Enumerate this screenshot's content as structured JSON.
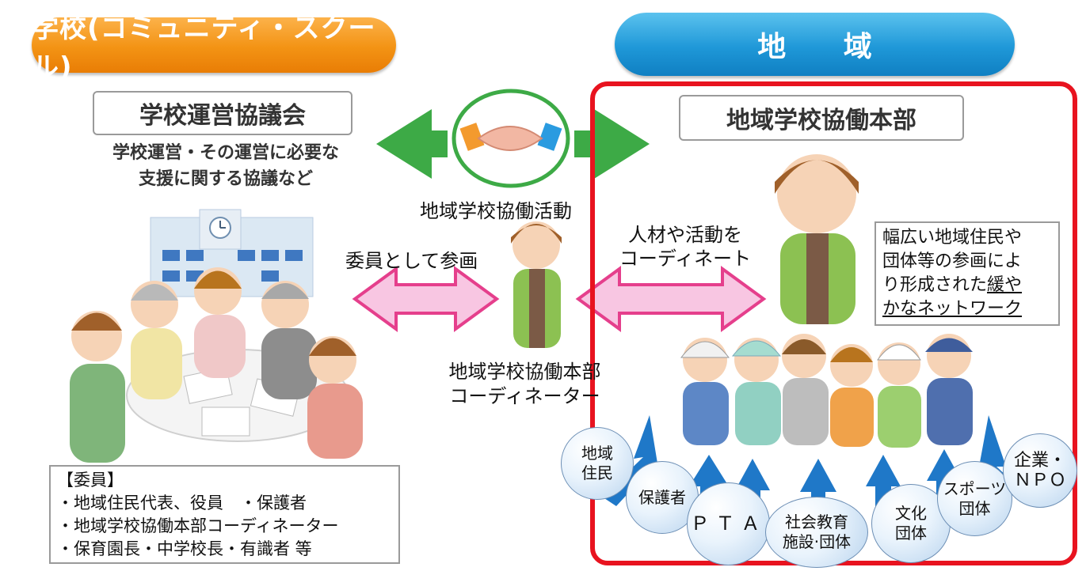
{
  "school": {
    "header": "学校(コミュニティ・スクール)",
    "council_title": "学校運営協議会",
    "council_desc_line1": "学校運営・その運営に必要な",
    "council_desc_line2": "支援に関する協議など",
    "members_title": "【委員】",
    "members": [
      "・地域住民代表、役員　・保護者",
      "・地域学校協働本部コーディネーター",
      "・保育園長・中学校長・有識者 等"
    ]
  },
  "region": {
    "header": "地 域",
    "hq_title": "地域学校協働本部",
    "network_line1": "幅広い地域住民や",
    "network_line2": "団体等の参画によ",
    "network_line3": "り形成された",
    "network_line3_underlined": "緩や",
    "network_line4": "かなネットワーク",
    "groups": [
      "地域住民",
      "保護者",
      "ＰＴＡ",
      "社会教育施設·団体",
      "文化団体",
      "スポーツ団体",
      "企業・ＮＰＯ"
    ],
    "group_lines": [
      [
        "地域",
        "住民"
      ],
      [
        "保護者"
      ],
      [
        "ＰＴＡ"
      ],
      [
        "社会教育",
        "施設·団体"
      ],
      [
        "文化",
        "団体"
      ],
      [
        "スポーツ",
        "団体"
      ],
      [
        "企業・",
        "ＮＰＯ"
      ]
    ]
  },
  "center": {
    "activity_label": "地域学校協働活動",
    "participate_label": "委員として参画",
    "coordinate_line1": "人材や活動を",
    "coordinate_line2": "コーディネート",
    "coordinator_line1": "地域学校協働本部",
    "coordinator_line2": "コーディネーター"
  },
  "colors": {
    "school_orange": "#f39314",
    "region_blue": "#1f98d8",
    "frame_red": "#e8131f",
    "arrow_green": "#3daa46",
    "arrow_pink": "#e53f8c",
    "arrow_blue": "#1f78c8"
  }
}
